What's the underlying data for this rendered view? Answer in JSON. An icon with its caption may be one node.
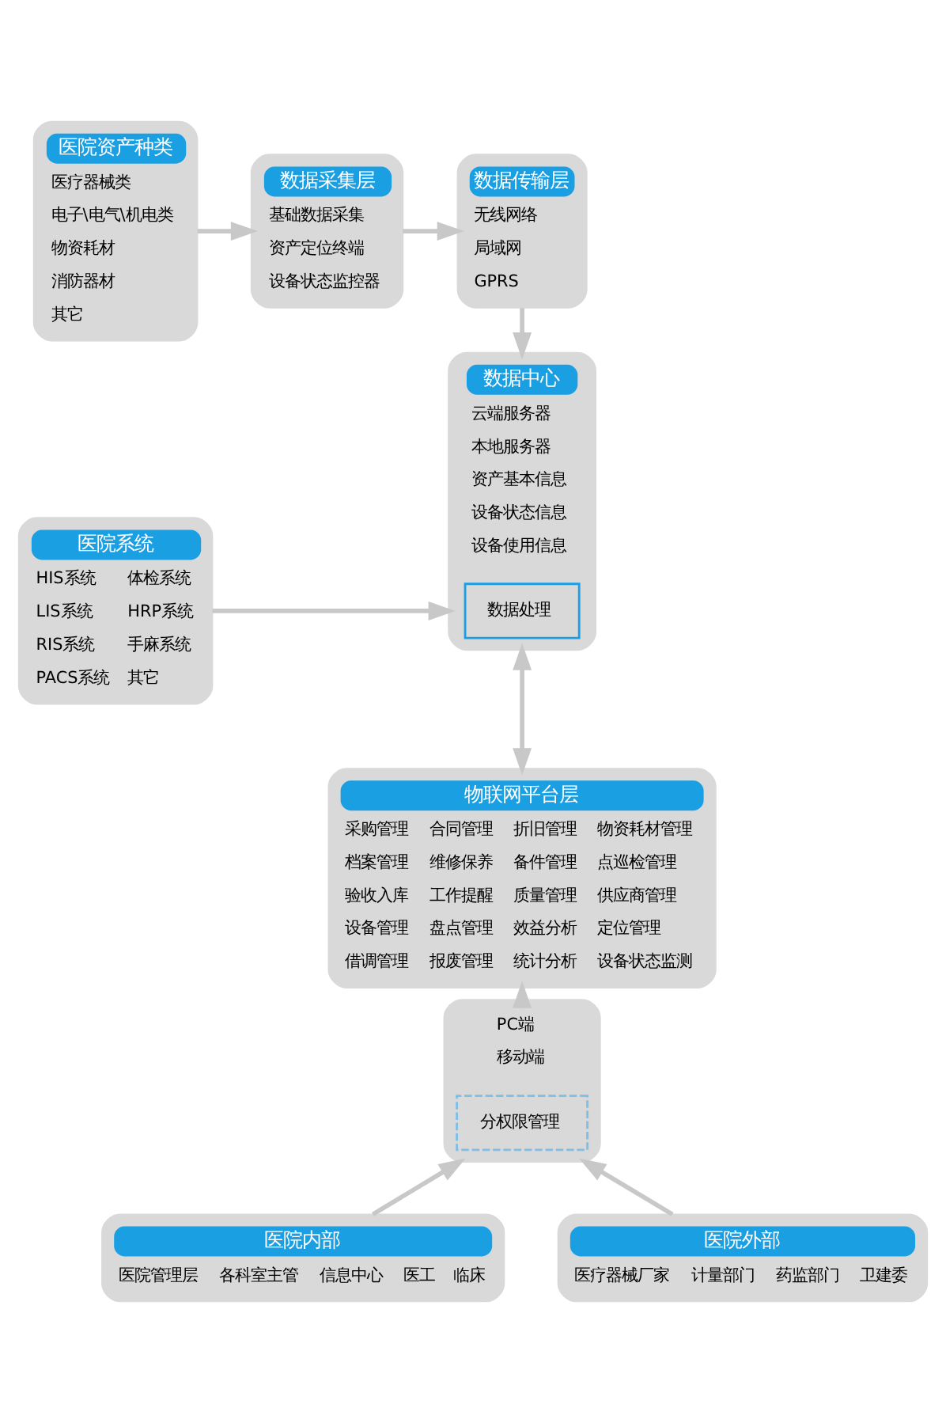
{
  "diagram": {
    "nodes": [
      {
        "text": [
          "医院资产种类",
          "医疗器械类",
          "电子\\电气\\机电类",
          "物资耗材",
          "消防器材",
          "其它"
        ]
      },
      {
        "text": [
          "数据采集层",
          "基础数据采集",
          "资产定位终端",
          "设备状态监控器"
        ]
      },
      {
        "text": [
          "数据传输层",
          "无线网络",
          "局域网",
          "GPRS"
        ]
      },
      {
        "text": [
          "医院系统",
          "HIS系统",
          "体检系统",
          "LIS系统",
          "HRP系统",
          "RIS系统",
          "手麻系统",
          "PACS系统",
          "其它"
        ]
      },
      {
        "text": [
          "数据中心",
          "云端服务器",
          "本地服务器",
          "资产基本信息",
          "设备状态信息",
          "设备使用信息"
        ]
      },
      {
        "text": [
          "数据处理"
        ],
        "in": 4
      },
      {
        "text": [
          "物联网平台层",
          "采购管理",
          "合同管理",
          "折旧管理",
          "物资耗材管理",
          "档案管理",
          "维修保养",
          "备件管理",
          "点巡检管理",
          "验收入库",
          "工作提醒",
          "质量管理",
          "供应商管理",
          "设备管理",
          "盘点管理",
          "效益分析",
          "定位管理",
          "借调管理",
          "报废管理",
          "统计分析",
          "设备状态监测"
        ]
      },
      {
        "text": [
          "PC端",
          "移动端"
        ]
      },
      {
        "text": [
          "分权限管理"
        ],
        "in": 7
      },
      {
        "text": [
          "医院内部",
          "医院管理层",
          "各科室主管",
          "信息中心",
          "医工",
          "临床"
        ]
      },
      {
        "text": [
          "医院外部",
          "医疗器械厂家",
          "计量部门",
          "药监部门",
          "卫建委"
        ]
      }
    ],
    "edges": [
      {
        "from": 0,
        "to": 1,
        "arrow": "to"
      },
      {
        "from": 1,
        "to": 2,
        "arrow": "to"
      },
      {
        "from": 2,
        "to": 4,
        "arrow": "to"
      },
      {
        "from": 3,
        "to": 4,
        "arrow": "to"
      },
      {
        "from": 4,
        "to": 6,
        "arrow": "both"
      },
      {
        "from": 7,
        "to": 6,
        "arrow": "to"
      },
      {
        "from": 9,
        "to": 7,
        "arrow": "to"
      },
      {
        "from": 10,
        "to": 7,
        "arrow": "to"
      }
    ]
  }
}
